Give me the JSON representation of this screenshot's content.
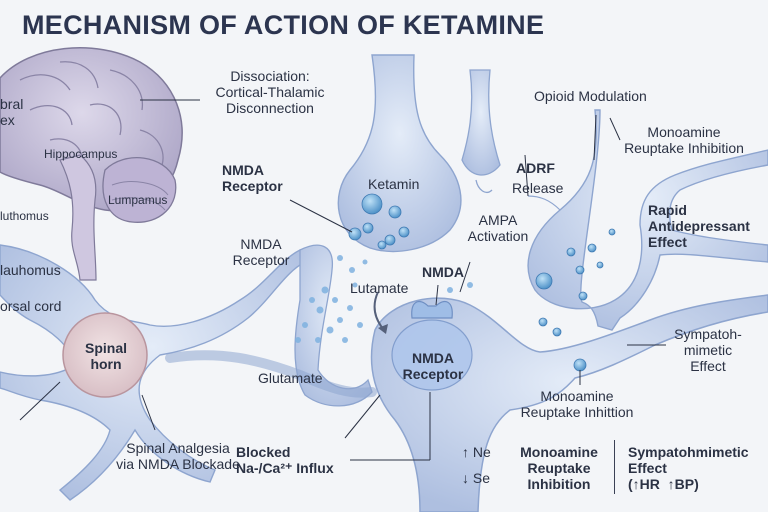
{
  "title": "MECHANISM OF ACTION OF KETAMINE",
  "brain": {
    "cerebral_label": "bral\nex",
    "hippocampus_label": "Hippocampus",
    "lumpamus_label": "Lumpamus",
    "thalamus_label": "luthomus"
  },
  "left": {
    "thalamus_label": "lauhomus",
    "dorsal_cord_label": "orsal cord",
    "spinal_horn_label": "Spinal\nhorn",
    "spinal_analgesia_label": "Spinal Analgesia\nvia NMDA Blockade"
  },
  "center": {
    "dissociation_label": "Dissociation:\nCortical-Thalamic\nDisconnection",
    "nmda_receptor_top_label": "NMDA\nReceptor",
    "nmda_receptor_mid_label": "NMDA\nReceptor",
    "ketamin_label": "Ketamin",
    "glutamate_top_label": "Lutamate",
    "glutamate_label": "Glutamate",
    "ampa_label": "AMPA\nActivation",
    "nmda_label": "NMDA",
    "nmda_receptor_main_label": "NMDA\nReceptor",
    "blocked_influx_label": "Blocked\nNa-/Ca²⁺ Influx"
  },
  "right": {
    "opioid_label": "Opioid Modulation",
    "monoamine_top_label": "Monoamine\nReuptake Inhibition",
    "adrf_label": "ADRF",
    "release_label": "Release",
    "rapid_label": "Rapid\nAntidepressant\nEffect",
    "sympathomimetic_label": "Sympatoh-\nmimetic\nEffect",
    "monoamine_mid_label": "Monoamine\nReuptake Inhittion"
  },
  "bottom": {
    "ne_label": "↑ Ne",
    "se_label": "↓ Se",
    "monoamine_label": "Monoamine\nReuptake\nInhibition",
    "sympatho_label": "Sympatohmimetic\nEffect\n(↑HR  ↑BP)"
  },
  "colors": {
    "neuron_fill": "#c7d6ee",
    "neuron_stroke": "#8ea5cf",
    "brain_fill": "#c9c3dc",
    "brain_stroke": "#7f7a9a",
    "vesicle": "#6aa6d8",
    "spinal": "#e7d3d6",
    "text": "#2b3244",
    "title": "#2c3550"
  },
  "icons": [
    "neuron-shape",
    "brain-illustration",
    "vesicle-dots",
    "arrow"
  ]
}
